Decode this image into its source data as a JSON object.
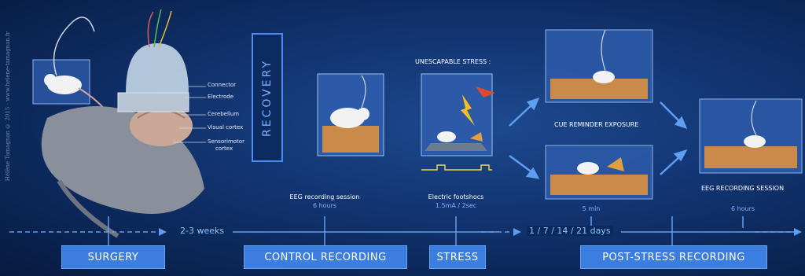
{
  "watermark": "Hélène Tamagnan © 2015 · www.helene-tamagnan.fr",
  "brain_labels": [
    "Connector",
    "Electrode",
    "Cerebellum",
    "Visual cortex",
    "Sensorimotor",
    "cortex"
  ],
  "recovery": "RECOVERY",
  "stress_title": "UNESCAPABLE STRESS :",
  "cue_title": "CUE REMINDER EXPOSURE",
  "eeg_title": "EEG RECORDING SESSION",
  "captions": {
    "control": {
      "title": "EEG recording session",
      "sub": "6 hours"
    },
    "stress": {
      "title": "Electric footshocs",
      "sub": "1.5mA / 2sec"
    },
    "cue": {
      "sub": "5 min"
    },
    "post": {
      "sub": "6 hours"
    }
  },
  "timeline": {
    "interval1": "2-3 weeks",
    "interval2": "1 / 7 / 14 / 21 days"
  },
  "stages": [
    "SURGERY",
    "CONTROL RECORDING",
    "STRESS",
    "POST-STRESS RECORDING"
  ],
  "colors": {
    "stage_box": "#3c7ee0",
    "accent": "#7fb2ff",
    "background": "#123572"
  }
}
